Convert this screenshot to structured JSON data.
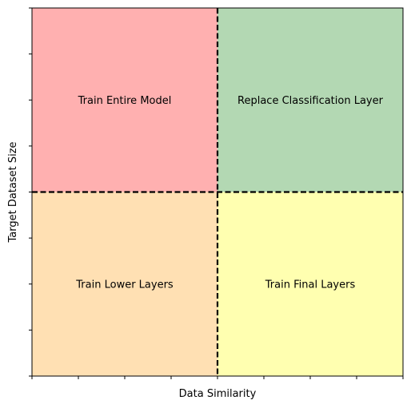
{
  "chart_data": {
    "type": "heatmap",
    "title": "",
    "xlabel": "Data Similarity",
    "ylabel": "Target Dataset Size",
    "xlim": [
      0,
      1
    ],
    "ylim": [
      0,
      1
    ],
    "x_ticks": [
      0,
      0.125,
      0.25,
      0.375,
      0.5,
      0.625,
      0.75,
      0.875,
      1
    ],
    "y_ticks": [
      0,
      0.125,
      0.25,
      0.375,
      0.5,
      0.625,
      0.75,
      0.875,
      1
    ],
    "tick_labels_visible": false,
    "grid": false,
    "divider_lines": {
      "x": 0.5,
      "y": 0.5,
      "style": "dashed",
      "color": "#000000"
    },
    "quadrants": [
      {
        "label": "Train Entire Model",
        "x": [
          0,
          0.5
        ],
        "y": [
          0.5,
          1
        ],
        "color": "#ffb0b0"
      },
      {
        "label": "Replace Classification Layer",
        "x": [
          0.5,
          1
        ],
        "y": [
          0.5,
          1
        ],
        "color": "#b3d8b3"
      },
      {
        "label": "Train Lower Layers",
        "x": [
          0,
          0.5
        ],
        "y": [
          0,
          0.5
        ],
        "color": "#ffe0b3"
      },
      {
        "label": "Train Final Layers",
        "x": [
          0.5,
          1
        ],
        "y": [
          0,
          0.5
        ],
        "color": "#ffffb0"
      }
    ]
  }
}
